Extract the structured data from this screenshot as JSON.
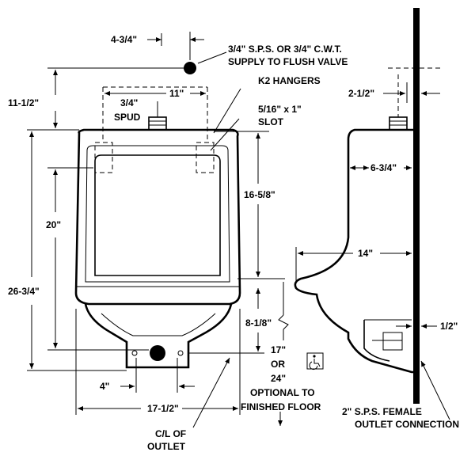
{
  "labels": {
    "dim_4_3_4": "4-3/4\"",
    "supply_line1": "3/4\" S.P.S. OR 3/4\" C.W.T.",
    "supply_line2": "SUPPLY TO FLUSH VALVE",
    "k2_hangers": "K2 HANGERS",
    "dim_11_1_2": "11-1/2\"",
    "dim_11": "11\"",
    "spud_line1": "3/4\"",
    "spud_line2": "SPUD",
    "slot_line1": "5/16\" x 1\"",
    "slot_line2": "SLOT",
    "dim_16_5_8": "16-5/8\"",
    "dim_20": "20\"",
    "dim_26_3_4": "26-3/4\"",
    "dim_8_1_8": "8-1/8\"",
    "height_line1": "17\"",
    "height_line2": "OR",
    "height_line3": "24\"",
    "dim_4": "4\"",
    "optional_line1": "OPTIONAL TO",
    "optional_line2": "FINISHED FLOOR",
    "dim_17_1_2": "17-1/2\"",
    "cl_line1": "C/L OF",
    "cl_line2": "OUTLET",
    "dim_2_1_2": "2-1/2\"",
    "dim_6_3_4": "6-3/4\"",
    "dim_14": "14\"",
    "dim_1_2": "1/2\"",
    "outlet_line1": "2\" S.P.S. FEMALE",
    "outlet_line2": "OUTLET CONNECTION"
  },
  "icons": {
    "accessibility": "wheelchair-icon"
  }
}
